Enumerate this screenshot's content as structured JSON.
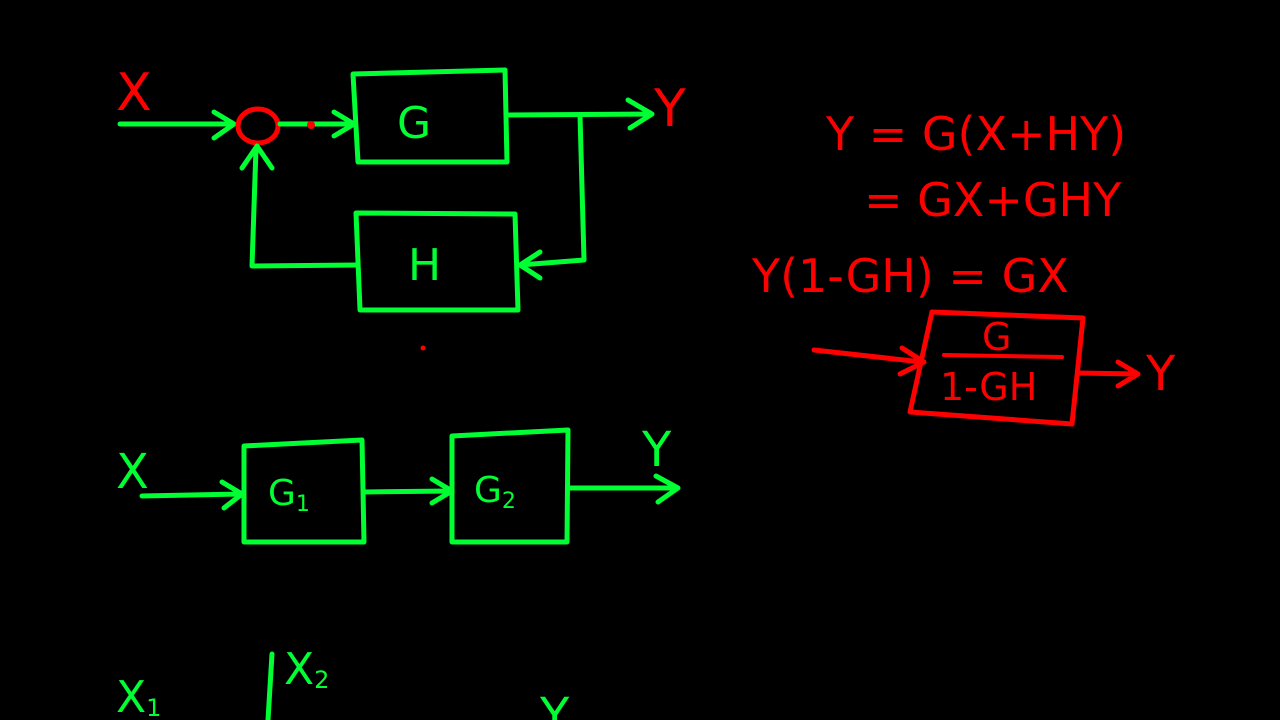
{
  "colors": {
    "background": "#000000",
    "green_ink": "#00FF33",
    "red_ink": "#FF0000",
    "cursor": "#FFFFFF"
  },
  "feedback": {
    "input_label": "X",
    "output_label": "Y",
    "forward_block": "G",
    "feedback_block": "H"
  },
  "derivation": {
    "line1": "Y = G(X+HY)",
    "line2": "= GX+GHY",
    "line3": "Y(1-GH) = GX"
  },
  "equivalent": {
    "numerator": "G",
    "denominator": "1-GH",
    "output_label": "Y"
  },
  "series": {
    "input_label": "X",
    "output_label": "Y",
    "block1_base": "G",
    "block1_sub": "1",
    "block2_base": "G",
    "block2_sub": "2"
  },
  "parallel": {
    "x1_base": "X",
    "x1_sub": "1",
    "x2_base": "X",
    "x2_sub": "2",
    "output_partial": "Y"
  }
}
